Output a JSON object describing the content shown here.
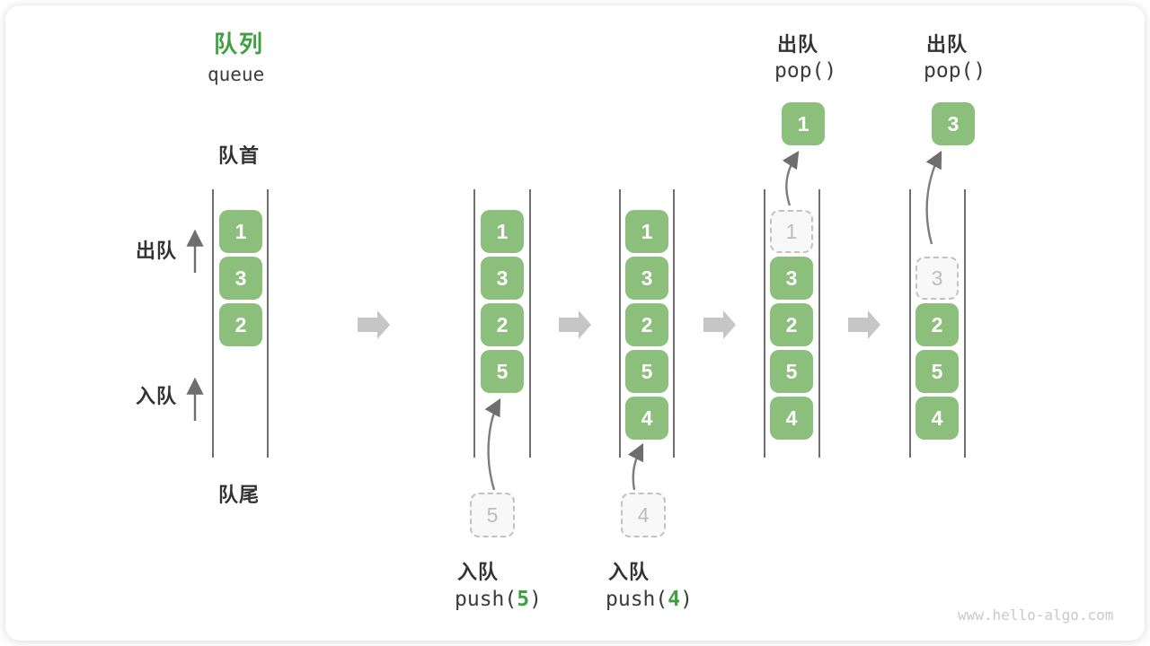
{
  "colors": {
    "accent_green": "#3EA13F",
    "cell_green": "#8CBE7C",
    "text_dark": "#3B3B3B",
    "line_dark": "#4B4B4B",
    "ghost_border": "#C2C2C2",
    "arrow_gray": "#C6C6C6",
    "watermark_gray": "#C9C9C9"
  },
  "title": {
    "zh": "队列",
    "en": "queue"
  },
  "side_labels": {
    "front": "队首",
    "rear": "队尾",
    "dequeue": "出队",
    "enqueue": "入队"
  },
  "diagram": {
    "type": "queue-operation-sequence",
    "states": [
      {
        "name": "initial",
        "cells": [
          "1",
          "3",
          "2"
        ]
      },
      {
        "name": "after-push-5",
        "cells": [
          "1",
          "3",
          "2",
          "5"
        ],
        "incoming": "5"
      },
      {
        "name": "after-push-4",
        "cells": [
          "1",
          "3",
          "2",
          "5",
          "4"
        ],
        "incoming": "4"
      },
      {
        "name": "after-pop-1",
        "ghost": "1",
        "cells": [
          "3",
          "2",
          "5",
          "4"
        ],
        "popped": "1"
      },
      {
        "name": "after-pop-3",
        "ghost": "3",
        "cells": [
          "2",
          "5",
          "4"
        ],
        "popped": "3"
      }
    ],
    "ops": {
      "push5": {
        "label": "入队",
        "fn": "push(",
        "arg": "5",
        "close": ")"
      },
      "push4": {
        "label": "入队",
        "fn": "push(",
        "arg": "4",
        "close": ")"
      },
      "pop1": {
        "label": "出队",
        "code": "pop()"
      },
      "pop2": {
        "label": "出队",
        "code": "pop()"
      }
    }
  },
  "watermark": "www.hello-algo.com"
}
